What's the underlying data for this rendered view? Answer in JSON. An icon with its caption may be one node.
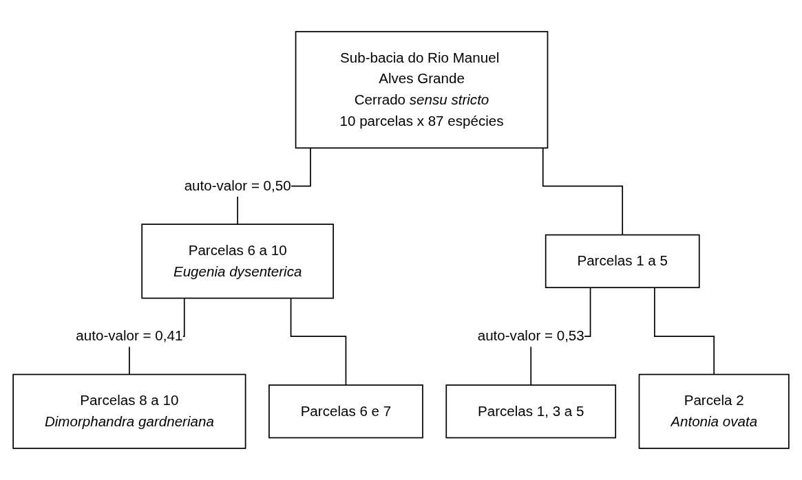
{
  "diagram": {
    "nodes": [
      {
        "text": [
          "Sub-bacia do Rio Manuel Alves Grande",
          "Cerrado *sensu stricto*",
          "10 parcelas x 87 espécies"
        ]
      },
      {
        "text": [
          "Parcelas 6 a 10",
          "Eugenia dysenterica"
        ]
      },
      {
        "text": [
          "Parcelas 1 a 5"
        ]
      },
      {
        "text": [
          "Parcelas 8 a 10",
          "Dimorphandra gardneriana"
        ]
      },
      {
        "text": [
          "Parcelas 6 e 7"
        ]
      },
      {
        "text": [
          "Parcelas 1, 3 a 5"
        ]
      },
      {
        "text": [
          "Parcela 2",
          "Antonia ovata"
        ]
      }
    ],
    "edges": [
      {
        "from": 0,
        "to": 1,
        "arrow": "none",
        "label": "auto-valor = 0,50"
      },
      {
        "from": 0,
        "to": 2,
        "arrow": "none"
      },
      {
        "from": 1,
        "to": 3,
        "arrow": "none",
        "label": "auto-valor = 0,41"
      },
      {
        "from": 1,
        "to": 4,
        "arrow": "none"
      },
      {
        "from": 2,
        "to": 5,
        "arrow": "none",
        "label": "auto-valor = 0,53"
      },
      {
        "from": 2,
        "to": 6,
        "arrow": "none"
      }
    ]
  }
}
